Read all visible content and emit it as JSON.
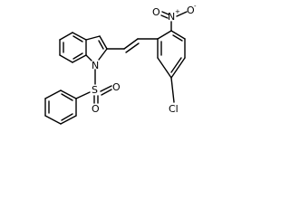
{
  "molecule": {
    "atoms": {
      "n_indole": "N",
      "s_sulfonyl": "S",
      "o_sulfonyl_left": "O",
      "o_sulfonyl_right": "O",
      "n_nitro": "N",
      "n_nitro_charge": "+",
      "o_nitro_double": "O",
      "o_nitro_single": "O",
      "o_nitro_charge": "-",
      "cl": "Cl"
    }
  }
}
